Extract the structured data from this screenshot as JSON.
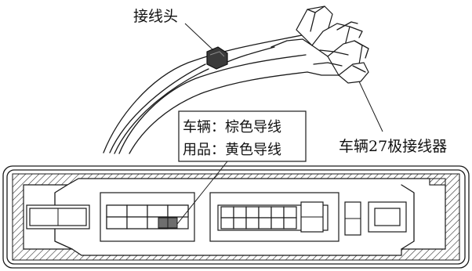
{
  "labels": {
    "splice": "接线头",
    "connector": "车辆27极接线器",
    "vehicle_wire": "车辆：棕色导线",
    "accessory_wire": "用品：黄色导线"
  },
  "colors": {
    "line": "#1a1a1a",
    "hatch": "#1a1a1a",
    "highlight_pin": "#6e6e6e",
    "background": "#ffffff"
  }
}
